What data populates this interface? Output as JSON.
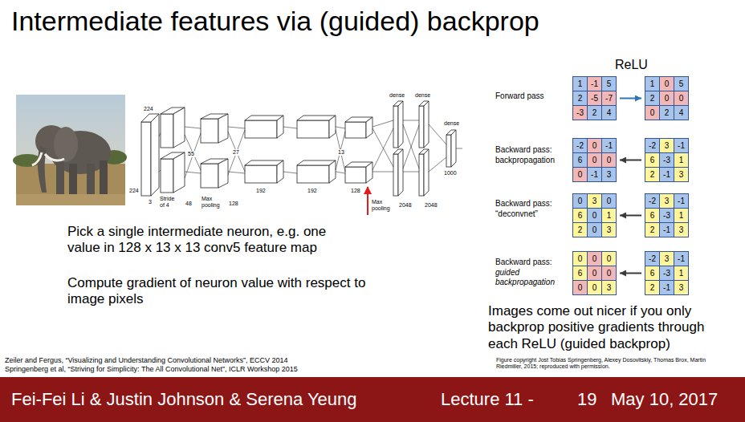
{
  "diagram": {
    "title": "Intermediate features via (guided) backprop",
    "nodes": [
      {
        "text": [
          "1",
          "-1",
          "5",
          "2",
          "-5",
          "-7",
          "-3",
          "2",
          "4"
        ]
      },
      {
        "text": [
          "1",
          "0",
          "5",
          "2",
          "0",
          "0",
          "0",
          "2",
          "4"
        ]
      },
      {
        "text": [
          "-2",
          "0",
          "-1",
          "6",
          "0",
          "0",
          "0",
          "-1",
          "3"
        ]
      },
      {
        "text": [
          "-2",
          "3",
          "-1",
          "6",
          "-3",
          "1",
          "2",
          "-1",
          "3"
        ]
      },
      {
        "text": [
          "0",
          "3",
          "0",
          "6",
          "0",
          "1",
          "2",
          "0",
          "3"
        ]
      },
      {
        "text": [
          "-2",
          "3",
          "-1",
          "6",
          "-3",
          "1",
          "2",
          "-1",
          "3"
        ]
      },
      {
        "text": [
          "0",
          "0",
          "0",
          "6",
          "0",
          "0",
          "0",
          "0",
          "3"
        ]
      },
      {
        "text": [
          "-2",
          "3",
          "-1",
          "6",
          "-3",
          "1",
          "2",
          "-1",
          "3"
        ]
      }
    ],
    "edges": [
      {
        "from": 0,
        "to": 1,
        "arrow": "to"
      },
      {
        "from": 3,
        "to": 2,
        "arrow": "to"
      },
      {
        "from": 5,
        "to": 4,
        "arrow": "to"
      },
      {
        "from": 7,
        "to": 6,
        "arrow": "to"
      }
    ],
    "labels": [
      "224",
      "224",
      "3",
      "Stride of 4",
      "48",
      "55",
      "Max pooling",
      "128",
      "27",
      "192",
      "192",
      "13",
      "128",
      "Max pooling",
      "2048",
      "2048",
      "dense",
      "dense",
      "dense",
      "1000",
      "Pick a single intermediate neuron, e.g. one value in 128 x 13 x 13 conv5 feature map",
      "Compute gradient of neuron value with respect to image pixels",
      "ReLU",
      "Forward pass",
      "Backward pass:",
      "backpropagation",
      "Backward pass:",
      "“deconvnet”",
      "Backward pass:",
      "guided backpropagation",
      "Images come out nicer if you only backprop positive gradients through each ReLU (guided backprop)",
      "Figure copyright Jost Tobias Springenberg, Alexey Dosovitskiy, Thomas Brox, Martin Riedmiller, 2015; reproduced with permission.",
      "Zeiler and Fergus, “Visualizing and Understanding Convolutional Networks”, ECCV 2014",
      "Springenberg et al, “Striving for Simplicity: The All Convolutional Net”, ICLR Workshop 2015",
      "Fei-Fei Li & Justin Johnson & Serena Yeung",
      "Lecture 11 -",
      "19",
      "May 10, 2017"
    ]
  }
}
